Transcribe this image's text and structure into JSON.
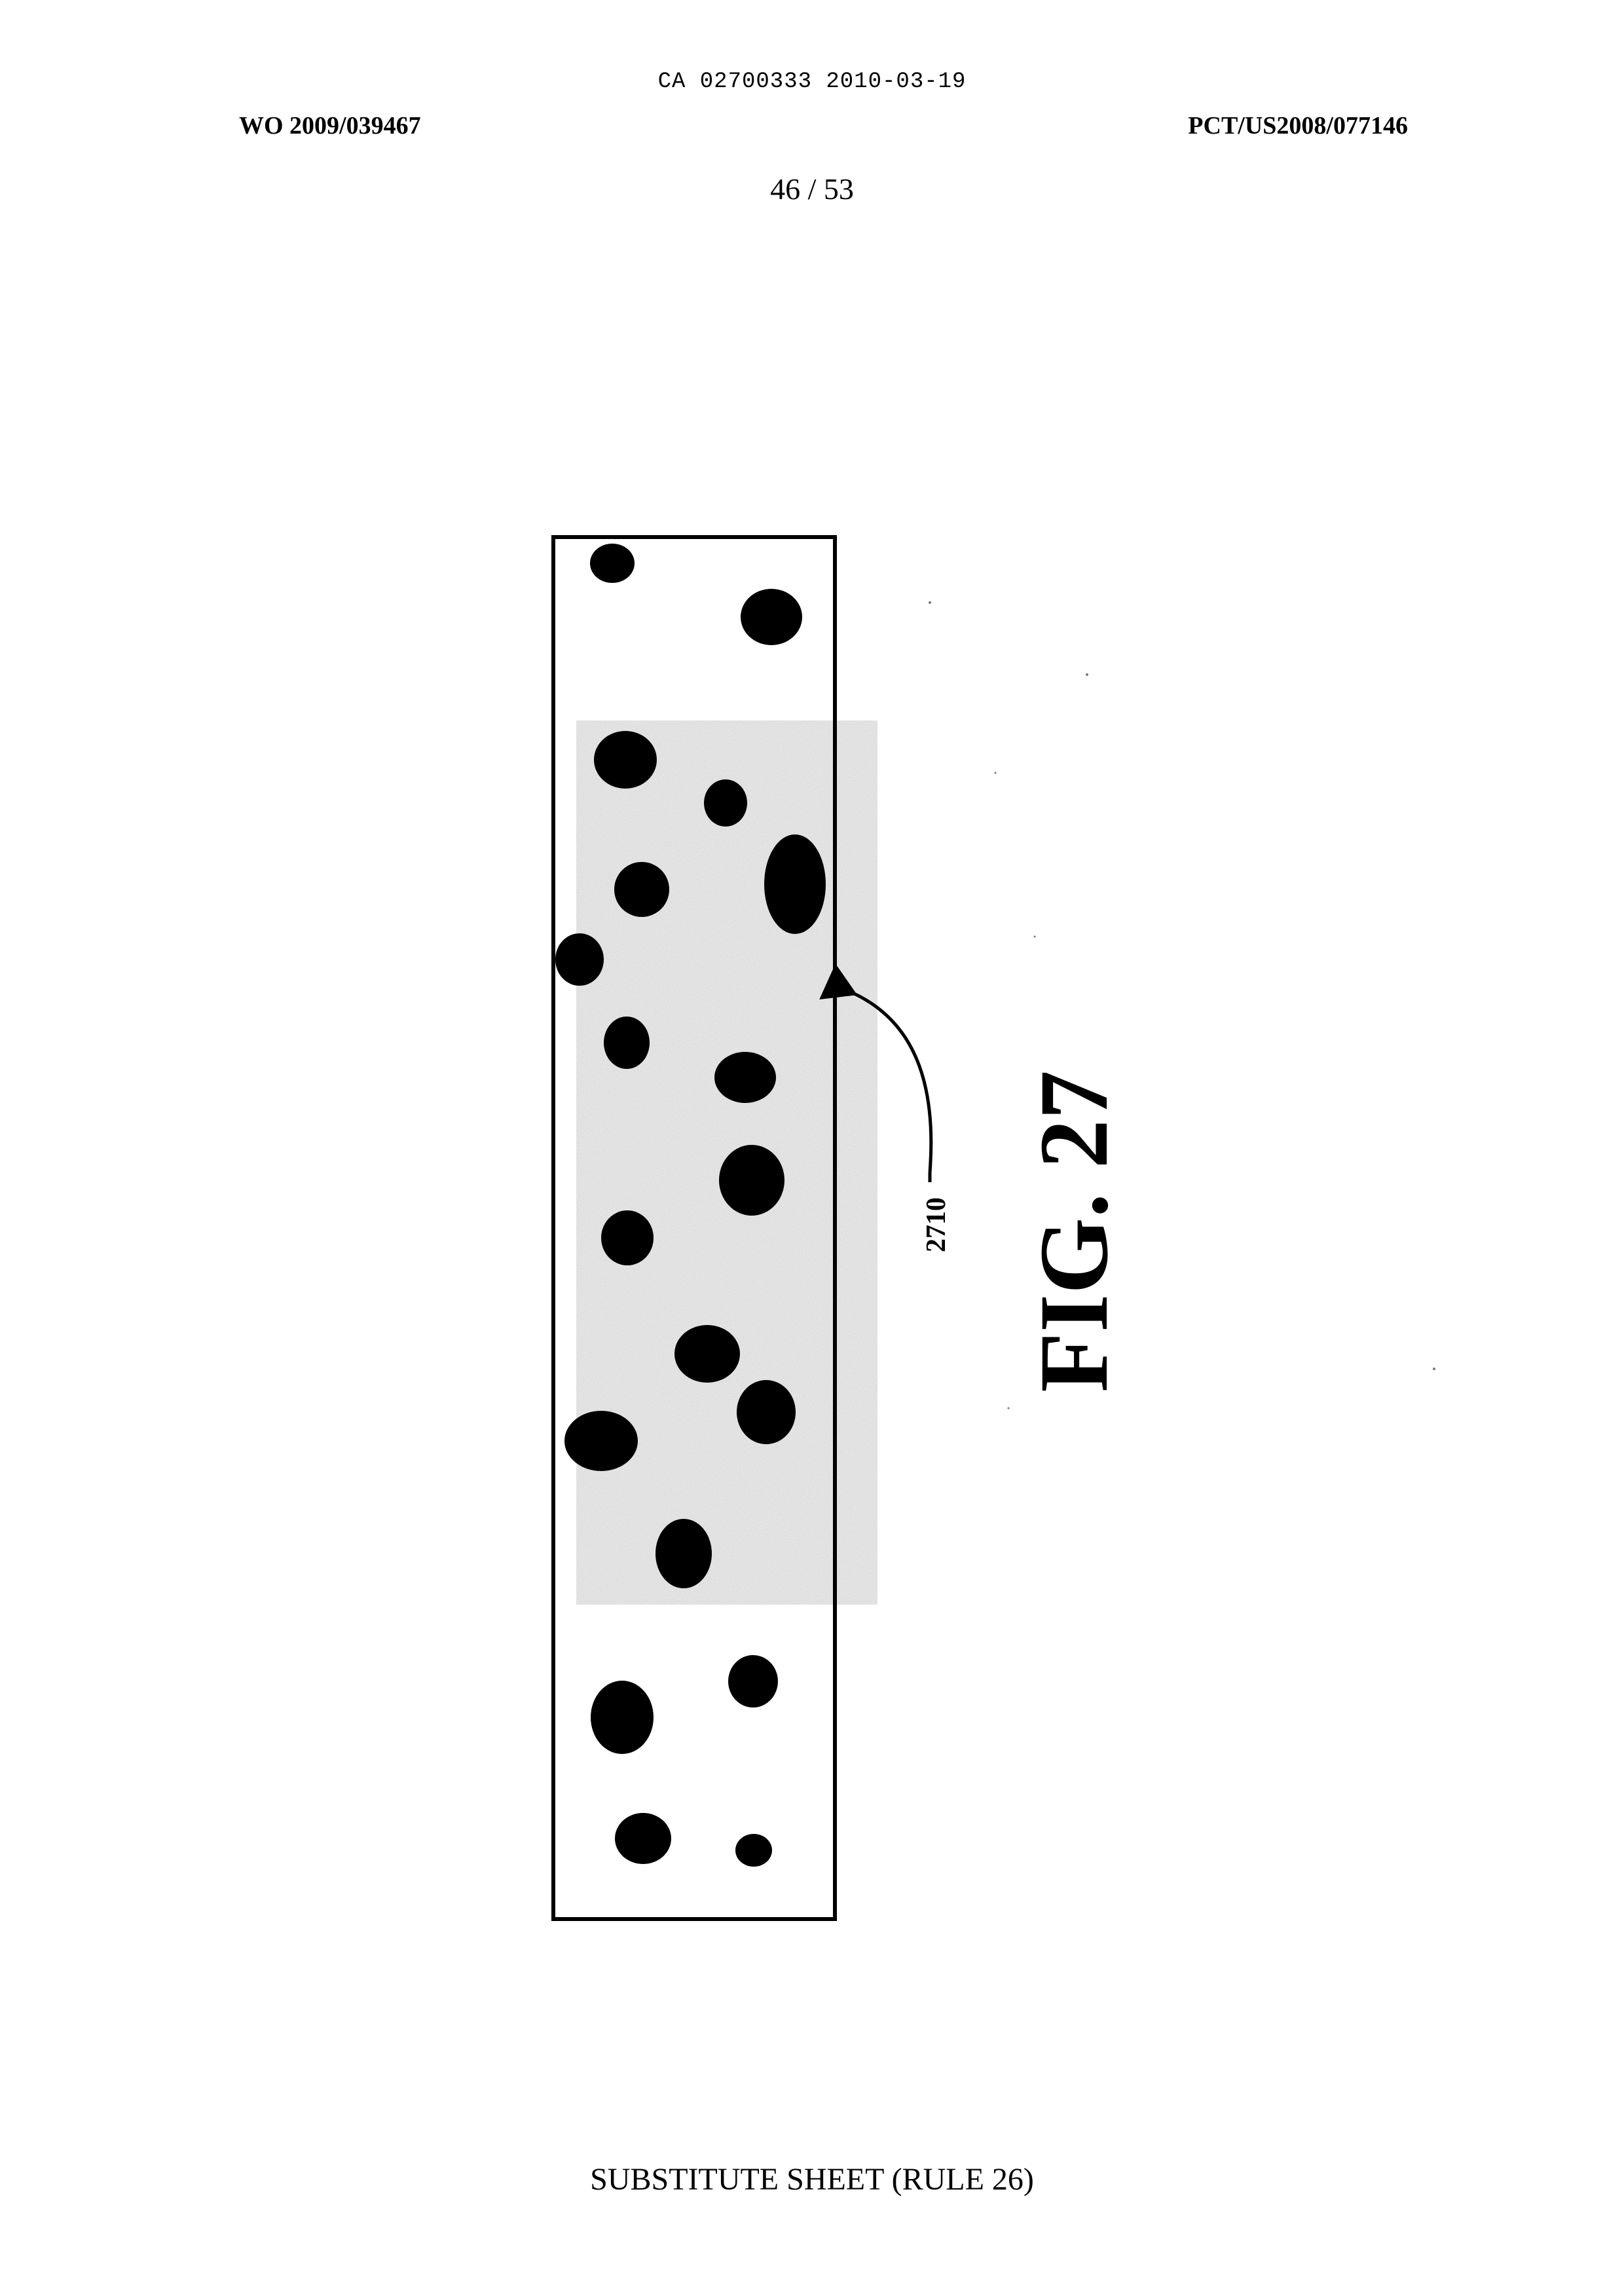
{
  "header": {
    "stamp": "CA 02700333 2010-03-19",
    "publication_number": "WO 2009/039467",
    "application_number": "PCT/US2008/077146",
    "sheet": "46 / 53"
  },
  "figure": {
    "label": "FIG. 27",
    "reference_numeral": "2710"
  },
  "footer": {
    "text": "SUBSTITUTE SHEET (RULE 26)"
  }
}
